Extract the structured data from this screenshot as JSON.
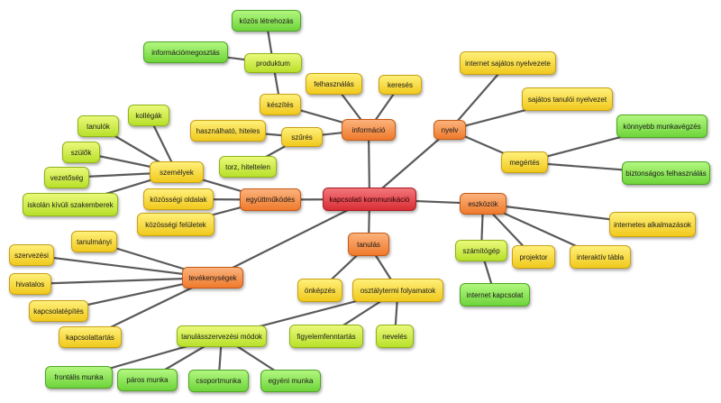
{
  "nodes": {
    "root": "kapcsolati kommunikáció",
    "informacio": "információ",
    "nyelv": "nyelv",
    "eszkozok": "eszközök",
    "tanulas": "tanulás",
    "tevekenysegek": "tevékenységek",
    "egyuttmukodes": "együttműködés",
    "felhasznalas": "felhasználás",
    "kereses": "keresés",
    "keszites": "készítés",
    "szures": "szűrés",
    "produktum": "produktum",
    "kozos_letrehozas": "közös létrehozás",
    "informaciomegosztas": "információmegosztás",
    "hasznalhato_hiteles": "használható, hiteles",
    "torz_hiteltelen": "torz, hiteltelen",
    "internet_sajatos_nyelvezete": "internet sajátos nyelvezete",
    "sajatos_tanuloi_nyelvezet": "sajátos tanulói nyelvezet",
    "megertes": "megértés",
    "konnyebb_munkavegzes": "könnyebb munkavégzés",
    "biztonsagos_felhasznalas": "biztonságos felhasználás",
    "internetes_alkalmazasok": "internetes alkalmazások",
    "interaktiv_tabla": "interaktív tábla",
    "projektor": "projektor",
    "szamitogep": "számítógép",
    "internet_kapcsolat": "internet kapcsolat",
    "onkepzes": "önképzés",
    "osztalytermi_folyamatok": "osztálytermi folyamatok",
    "figyelemfenntartas": "figyelemfenntartás",
    "neveles": "nevelés",
    "tanulasszervezesi_modok": "tanulásszervezési módok",
    "frontalis_munka": "frontális munka",
    "paros_munka": "páros munka",
    "csoportmunka": "csoportmunka",
    "egyeni_munka": "egyéni munka",
    "tanulmanyi": "tanulmányi",
    "szervezesi": "szervezési",
    "hivatalos": "hivatalos",
    "kapcsolatepites": "kapcsolatépítés",
    "kapcsolattartas": "kapcsolattartás",
    "kozossegi_oldalak": "közösségi oldalak",
    "kozossegi_feluletek": "közösségi felületek",
    "szemelyek": "személyek",
    "tanulok": "tanulók",
    "kollegak": "kollégák",
    "szulok": "szülők",
    "vezetoseg": "vezetőség",
    "iskolan_kivuli_szakemberek": "iskolán kívüli szakemberek"
  },
  "colors": {
    "root": "#e0383f",
    "level1": "#f08a3c",
    "level2": "#f5d23a",
    "level2_lime": "#c9e83c",
    "leaf_green": "#7ed84a",
    "connector": "#5a5a5a"
  }
}
